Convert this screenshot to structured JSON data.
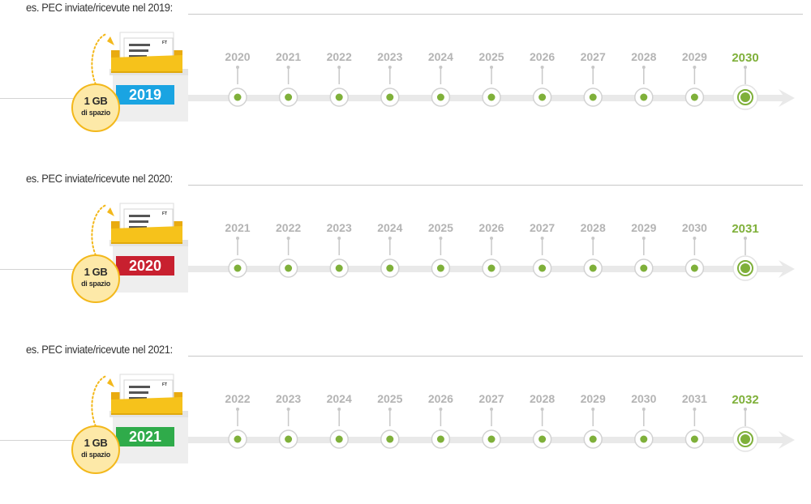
{
  "colors": {
    "year_blue": "#1aa4e2",
    "year_red": "#c8202f",
    "year_green": "#2fab4a",
    "accent_green": "#7fb03a",
    "tick_gray": "#b4b4b4",
    "folder_yellow": "#f6c21b",
    "badge_yellow": "#fde9a8"
  },
  "rows": [
    {
      "title": "es. PEC inviate/ricevute nel 2019:",
      "year": "2019",
      "year_color": "#1aa4e2",
      "storage": "1 GB",
      "storage_sub": "di spazio",
      "doc_label": "FT",
      "years": [
        "2020",
        "2021",
        "2022",
        "2023",
        "2024",
        "2025",
        "2026",
        "2027",
        "2028",
        "2029"
      ],
      "final_year": "2030"
    },
    {
      "title": "es. PEC inviate/ricevute nel 2020:",
      "year": "2020",
      "year_color": "#c8202f",
      "storage": "1 GB",
      "storage_sub": "di spazio",
      "doc_label": "FT",
      "years": [
        "2021",
        "2022",
        "2023",
        "2024",
        "2025",
        "2026",
        "2027",
        "2028",
        "2029",
        "2030"
      ],
      "final_year": "2031"
    },
    {
      "title": "es. PEC inviate/ricevute nel 2021:",
      "year": "2021",
      "year_color": "#2fab4a",
      "storage": "1 GB",
      "storage_sub": "di spazio",
      "doc_label": "FT",
      "years": [
        "2022",
        "2023",
        "2024",
        "2025",
        "2026",
        "2027",
        "2028",
        "2029",
        "2030",
        "2031"
      ],
      "final_year": "2032"
    }
  ]
}
